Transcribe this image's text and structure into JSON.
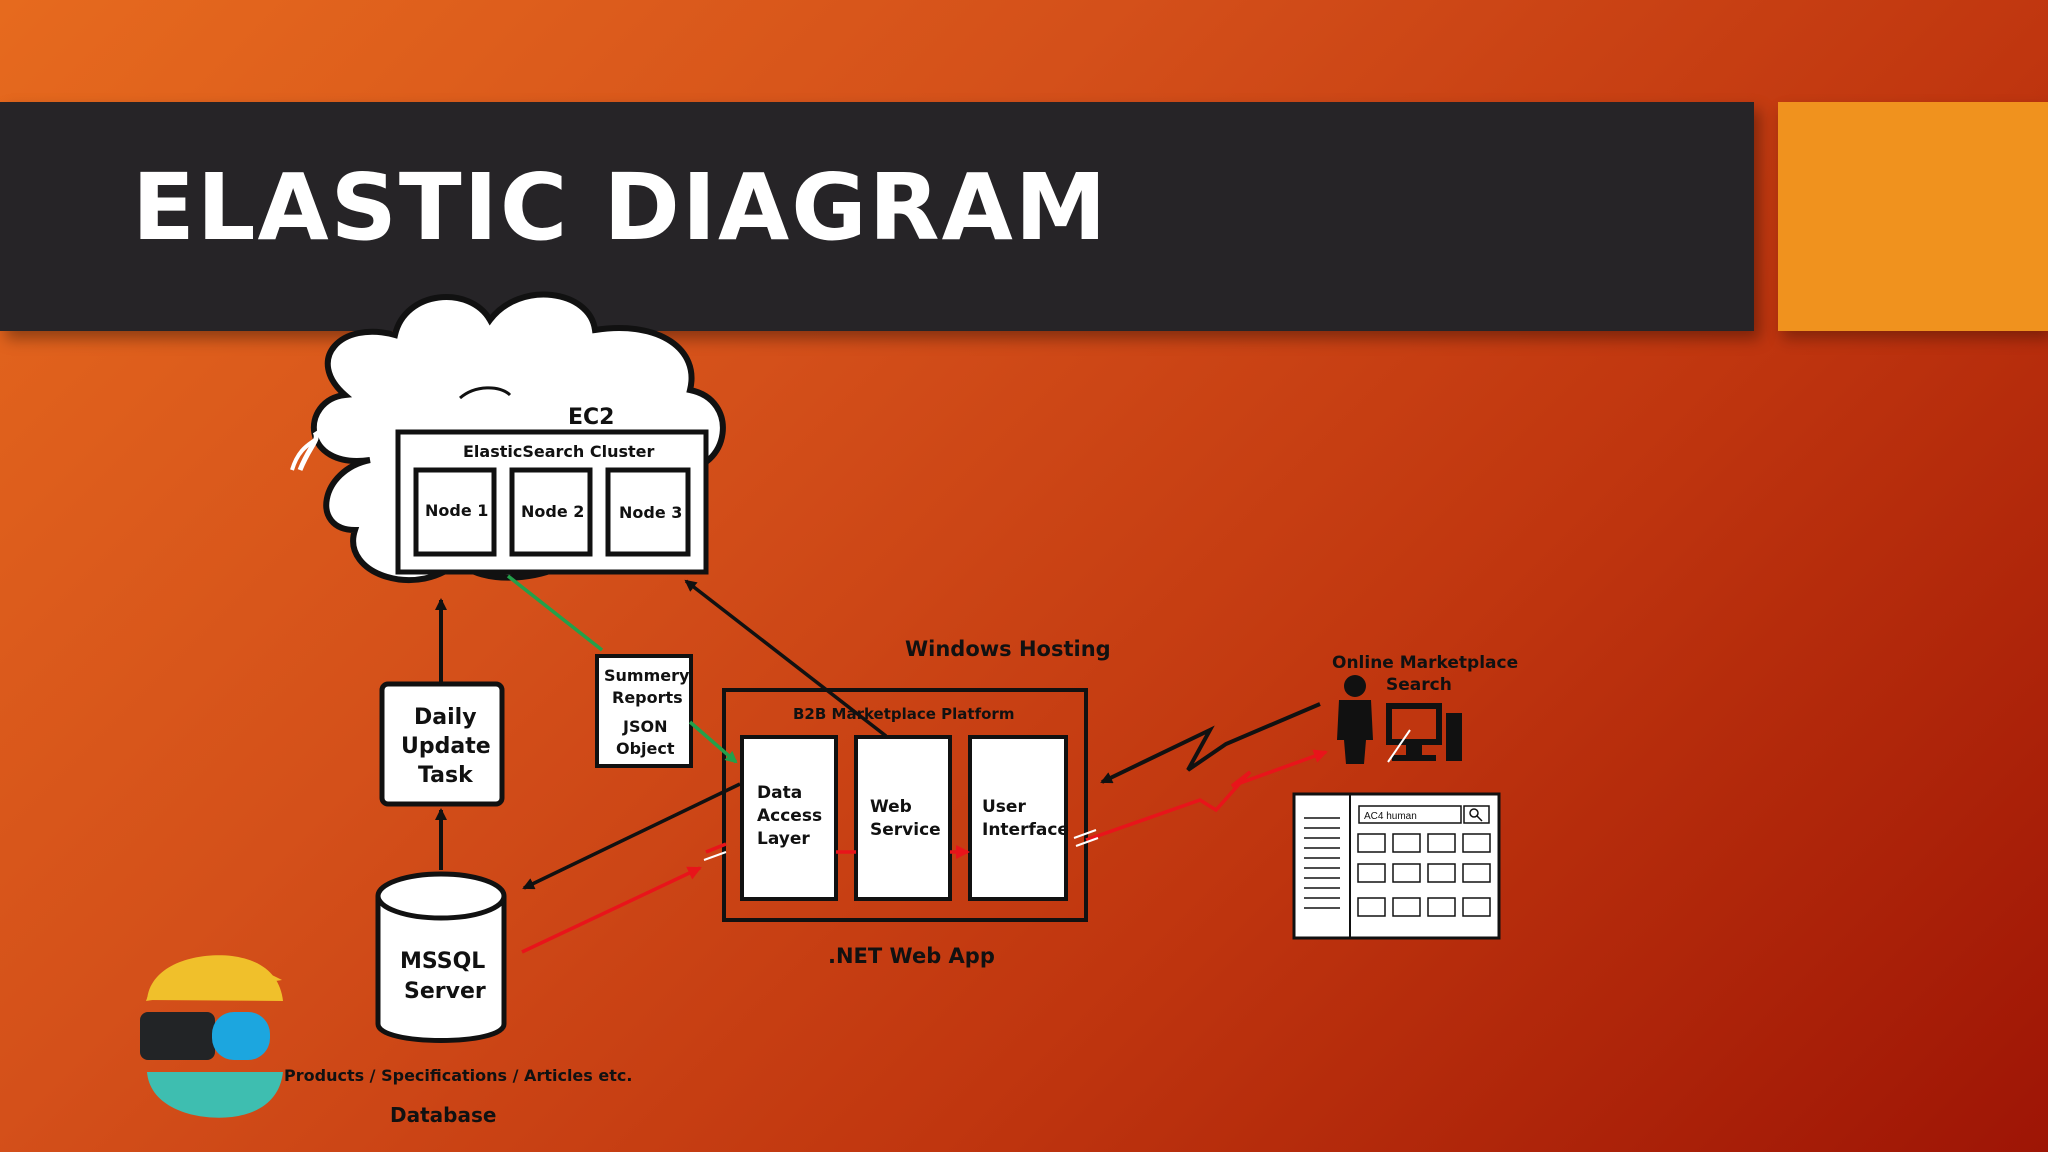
{
  "slide": {
    "title": "ELASTIC DIAGRAM",
    "accent_color": "#f0921e",
    "bar_color": "#262427"
  },
  "diagram": {
    "ec2_label": "EC2",
    "cluster_label": "ElasticSearch Cluster",
    "nodes": [
      "Node 1",
      "Node 2",
      "Node 3"
    ],
    "daily_update": [
      "Daily",
      "Update",
      "Task"
    ],
    "summary": [
      "Summery",
      "Reports",
      "JSON",
      "Object"
    ],
    "windows_hosting": "Windows Hosting",
    "platform_label": "B2B Marketplace Platform",
    "components": {
      "data_access": [
        "Data",
        "Access",
        "Layer"
      ],
      "web_service": [
        "Web",
        "Service"
      ],
      "user_interface": [
        "User",
        "Interface"
      ]
    },
    "net_app": ".NET Web App",
    "db": {
      "name": [
        "MSSQL",
        "Server"
      ],
      "contents": "Products / Specifications / Articles etc.",
      "label": "Database"
    },
    "online": [
      "Online Marketplace",
      "Search"
    ],
    "search_box_text": "AC4 human",
    "icons": [
      "user-icon",
      "computer-icon",
      "search-icon",
      "elastic-logo-icon"
    ],
    "line_colors": {
      "black": "#111111",
      "red": "#e8141a",
      "green": "#23a04a"
    }
  }
}
